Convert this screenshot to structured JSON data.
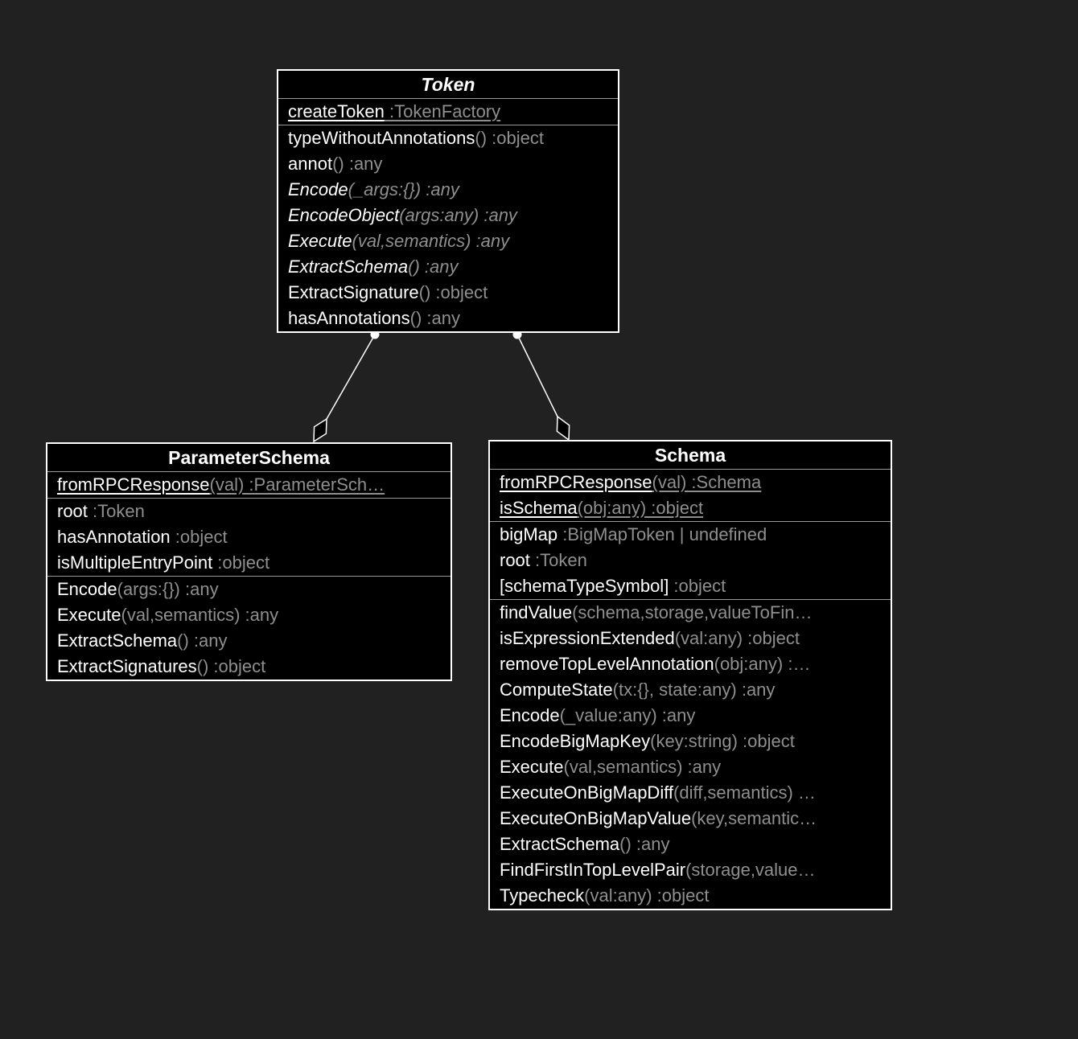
{
  "theme": {
    "background": "#212121",
    "box_fill": "#000000",
    "border_color": "#ffffff",
    "divider_color": "#9a9a9a",
    "member_name_color": "#ffffff",
    "member_type_color": "#8f8f8f"
  },
  "classes": [
    {
      "id": "token",
      "title": "Token",
      "abstract": true,
      "sections": [
        {
          "rows": [
            {
              "name": "createToken",
              "rest": " :TokenFactory",
              "static": true
            }
          ]
        },
        {
          "rows": [
            {
              "name": "typeWithoutAnnotations",
              "rest": "() :object"
            },
            {
              "name": "annot",
              "rest": "() :any"
            },
            {
              "name": "Encode",
              "rest": "(_args:{}) :any",
              "abstract": true
            },
            {
              "name": "EncodeObject",
              "rest": "(args:any) :any",
              "abstract": true
            },
            {
              "name": "Execute",
              "rest": "(val,semantics) :any",
              "abstract": true
            },
            {
              "name": "ExtractSchema",
              "rest": "() :any",
              "abstract": true
            },
            {
              "name": "ExtractSignature",
              "rest": "() :object"
            },
            {
              "name": "hasAnnotations",
              "rest": "() :any"
            }
          ]
        }
      ]
    },
    {
      "id": "parameterschema",
      "title": "ParameterSchema",
      "abstract": false,
      "sections": [
        {
          "rows": [
            {
              "name": "fromRPCResponse",
              "rest": "(val) :ParameterSch…",
              "static": true
            }
          ]
        },
        {
          "rows": [
            {
              "name": "root",
              "rest": " :Token"
            },
            {
              "name": "hasAnnotation",
              "rest": " :object"
            },
            {
              "name": "isMultipleEntryPoint",
              "rest": " :object"
            }
          ]
        },
        {
          "rows": [
            {
              "name": "Encode",
              "rest": "(args:{}) :any"
            },
            {
              "name": "Execute",
              "rest": "(val,semantics) :any"
            },
            {
              "name": "ExtractSchema",
              "rest": "() :any"
            },
            {
              "name": "ExtractSignatures",
              "rest": "() :object"
            }
          ]
        }
      ]
    },
    {
      "id": "schema",
      "title": "Schema",
      "abstract": false,
      "sections": [
        {
          "rows": [
            {
              "name": "fromRPCResponse",
              "rest": "(val) :Schema",
              "static": true
            },
            {
              "name": "isSchema",
              "rest": "(obj:any) :object",
              "static": true
            }
          ]
        },
        {
          "rows": [
            {
              "name": "bigMap",
              "rest": " :BigMapToken | undefined"
            },
            {
              "name": "root",
              "rest": " :Token"
            },
            {
              "name": "[schemaTypeSymbol]",
              "rest": " :object"
            }
          ]
        },
        {
          "rows": [
            {
              "name": "findValue",
              "rest": "(schema,storage,valueToFin…"
            },
            {
              "name": "isExpressionExtended",
              "rest": "(val:any) :object"
            },
            {
              "name": "removeTopLevelAnnotation",
              "rest": "(obj:any) :…"
            },
            {
              "name": "ComputeState",
              "rest": "(tx:{}, state:any) :any"
            },
            {
              "name": "Encode",
              "rest": "(_value:any) :any"
            },
            {
              "name": "EncodeBigMapKey",
              "rest": "(key:string) :object"
            },
            {
              "name": "Execute",
              "rest": "(val,semantics) :any"
            },
            {
              "name": "ExecuteOnBigMapDiff",
              "rest": "(diff,semantics) …"
            },
            {
              "name": "ExecuteOnBigMapValue",
              "rest": "(key,semantic…"
            },
            {
              "name": "ExtractSchema",
              "rest": "() :any"
            },
            {
              "name": "FindFirstInTopLevelPair",
              "rest": "(storage,value…"
            },
            {
              "name": "Typecheck",
              "rest": "(val:any) :object"
            }
          ]
        }
      ]
    }
  ],
  "relations": [
    {
      "type": "aggregation",
      "owner": "ParameterSchema",
      "part": "Token"
    },
    {
      "type": "aggregation",
      "owner": "Schema",
      "part": "Token"
    }
  ]
}
